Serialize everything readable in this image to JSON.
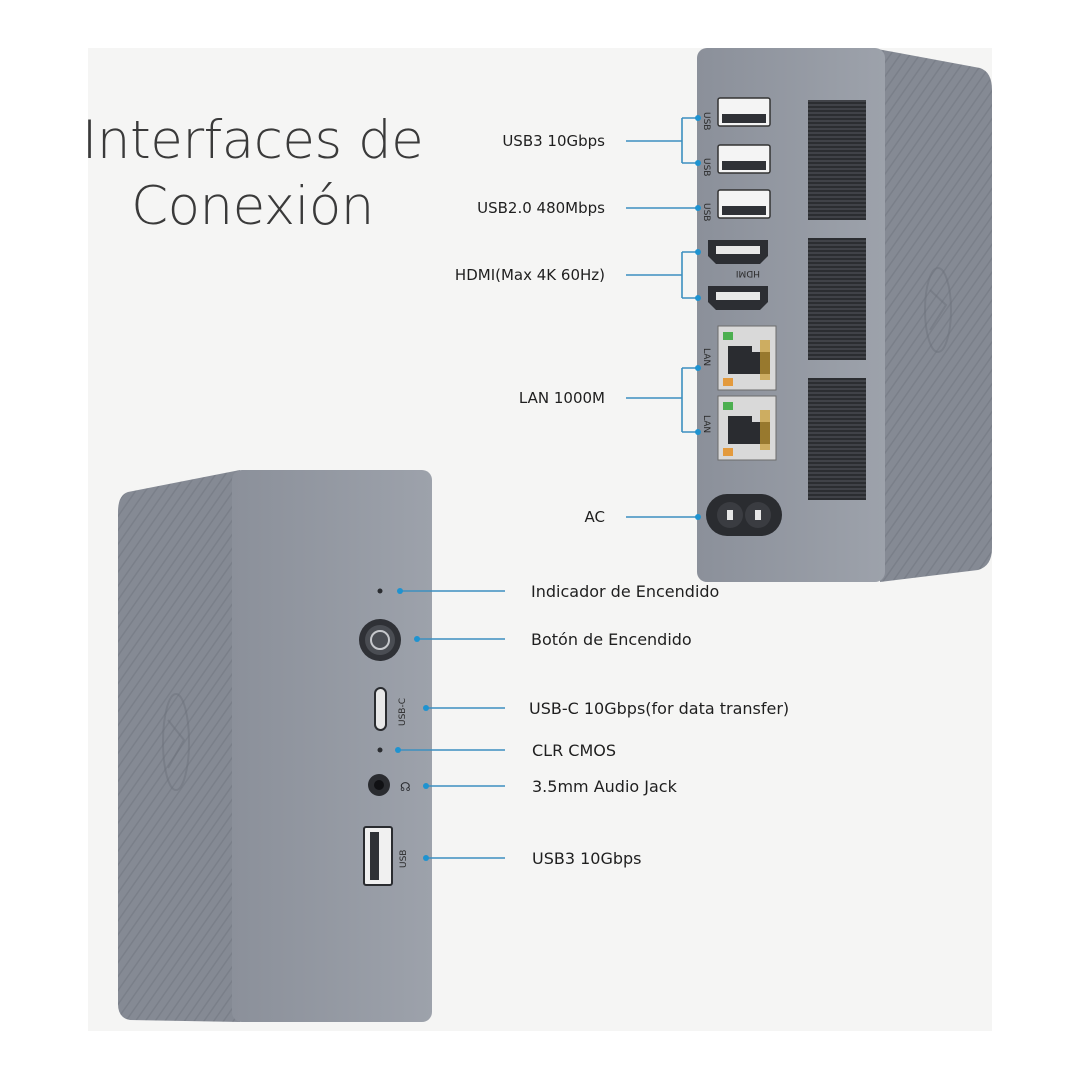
{
  "title": {
    "line1": "Interfaces de",
    "line2": "Conexión"
  },
  "back_ports": {
    "usb3": "USB3 10Gbps",
    "usb2": "USB2.0 480Mbps",
    "hdmi": "HDMI(Max 4K 60Hz)",
    "lan": "LAN 1000M",
    "ac": "AC"
  },
  "front_ports": {
    "power_indicator": "Indicador de Encendido",
    "power_button": "Botón de Encendido",
    "usb_c": "USB-C 10Gbps(for data transfer)",
    "clr_cmos": "CLR CMOS",
    "audio": "3.5mm Audio Jack",
    "usb3": "USB3 10Gbps"
  },
  "device_print": {
    "usb": "USB",
    "hdmi": "HDMI",
    "lan": "LAN",
    "usb_c": "USB-C"
  },
  "colors": {
    "leader": "#3c8fc0",
    "device_body": "#8d929c",
    "background": "#f5f5f4"
  }
}
